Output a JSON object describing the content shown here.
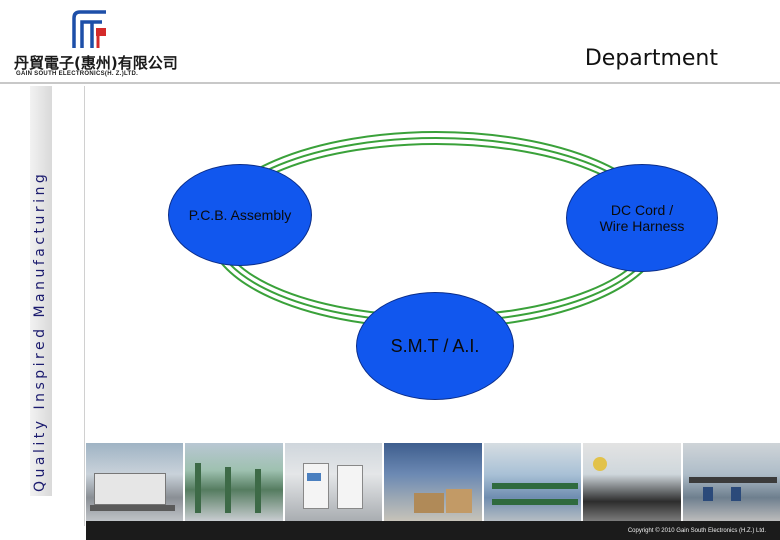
{
  "header": {
    "company_cn": "丹貿電子(惠州)有限公司",
    "company_en": "GAIN SOUTH ELECTRONICS(H. Z.)LTD.",
    "department": "Department"
  },
  "sidebar": {
    "slogan": "Quality Inspired Manufacturing"
  },
  "diagram": {
    "nodes": [
      {
        "label": "P.C.B. Assembly"
      },
      {
        "label": "DC Cord /\nWire Harness"
      },
      {
        "label": "S.M.T  /  A.I."
      }
    ],
    "colors": {
      "node_fill": "#1157ee",
      "ring": "#3aa13a"
    }
  },
  "photos": [
    {
      "icon": "factory-line-photo-1"
    },
    {
      "icon": "factory-line-photo-2"
    },
    {
      "icon": "factory-line-photo-3"
    },
    {
      "icon": "factory-line-photo-4"
    },
    {
      "icon": "factory-line-photo-5"
    },
    {
      "icon": "factory-line-photo-6"
    },
    {
      "icon": "factory-line-photo-7"
    }
  ],
  "footer": {
    "copyright": "Copyright © 2010 Gain South Electronics (H.Z.) Ltd."
  }
}
